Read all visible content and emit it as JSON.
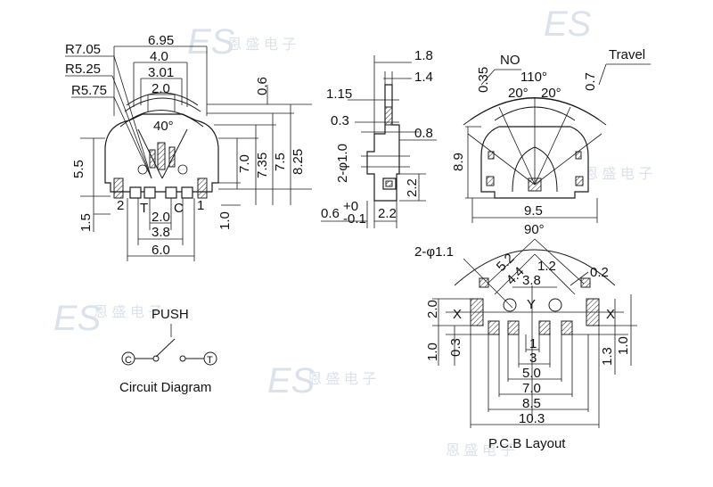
{
  "watermark": {
    "brand": "ES",
    "cn": "恩 盛 电 子"
  },
  "front_view": {
    "radii": [
      "R7.05",
      "R5.25",
      "R5.75"
    ],
    "angle": "40°",
    "top_dims": [
      "6.95",
      "4.0",
      "3.01",
      "2.0"
    ],
    "side_dims": [
      "0.6",
      "7.0",
      "7.35",
      "7.5",
      "8.25"
    ],
    "left_dims": [
      "5.5",
      "1.5"
    ],
    "pin_labels": [
      "2",
      "T",
      "C",
      "1"
    ],
    "bottom_dims": [
      "2.0",
      "3.8",
      "6.0"
    ],
    "right_bottom_dim": "1.0"
  },
  "side_view": {
    "top_dims": [
      "1.8",
      "1.4"
    ],
    "left_dims": [
      "1.15",
      "0.3"
    ],
    "hole_label": "2-φ1.0",
    "right_dims": [
      "0.8",
      "2.2"
    ],
    "bottom_main": "0.6",
    "bottom_sup": "+0",
    "bottom_sub": "-0.1",
    "bottom_dim2": "2.2"
  },
  "rotation_view": {
    "no_label": "NO",
    "travel_label": "Travel",
    "dims": [
      "0.35",
      "0.7",
      "110°",
      "20°",
      "20°",
      "8.9",
      "9.5"
    ]
  },
  "pcb_layout": {
    "hole_label": "2-φ1.1",
    "angle": "90°",
    "dims_top": [
      "5.2",
      "4.4",
      "1.2",
      "0.2",
      "3.8"
    ],
    "axis_labels": [
      "X",
      "X",
      "Y"
    ],
    "left_dims": [
      "2.0",
      "1.0",
      "0.3"
    ],
    "right_dims": [
      "1.3",
      "1.0"
    ],
    "bottom_dims": [
      "1",
      "3",
      "5.0",
      "7.0",
      "8.5",
      "10.3"
    ],
    "title": "P.C.B Layout"
  },
  "circuit": {
    "push_label": "PUSH",
    "term_c": "C",
    "term_t": "T",
    "title": "Circuit Diagram"
  }
}
